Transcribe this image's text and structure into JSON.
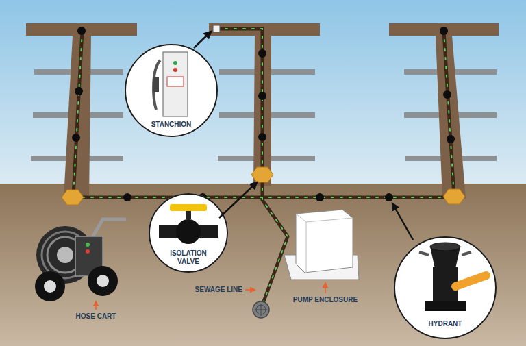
{
  "diagram": {
    "nodes": [
      {
        "text": [
          "STANCHION"
        ]
      },
      {
        "text": [
          "ISOLATION VALVE"
        ]
      },
      {
        "text": [
          "HYDRANT"
        ]
      }
    ],
    "labels": [
      "HOSE CART",
      "SEWAGE LINE",
      "PUMP ENCLOSURE"
    ]
  }
}
